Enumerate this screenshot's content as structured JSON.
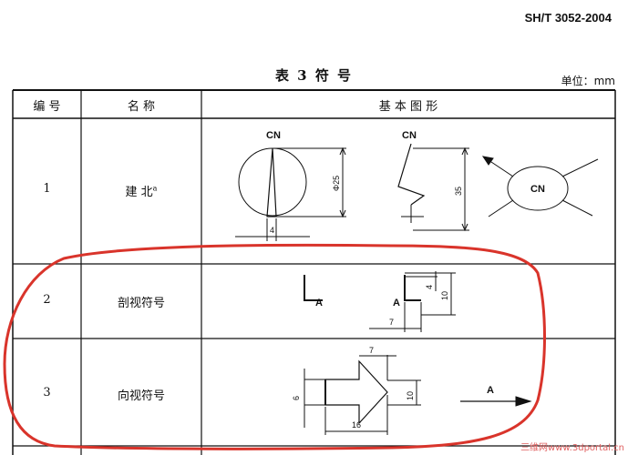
{
  "header": {
    "standard_no": "SH/T 3052-2004"
  },
  "table": {
    "title": "表 3  符  号",
    "unit": "单位：mm",
    "columns": [
      "编  号",
      "名  称",
      "基  本  图  形"
    ],
    "rows": [
      {
        "no": "1",
        "name": "建  北",
        "note": "a"
      },
      {
        "no": "2",
        "name": "剖视符号"
      },
      {
        "no": "3",
        "name": "向视符号"
      }
    ]
  },
  "diagram_labels": {
    "cn": "CN",
    "a": "A",
    "dim_4": "4",
    "dim_phi25": "Φ25",
    "dim_35": "35",
    "dim_10": "10",
    "dim_7": "7",
    "dim_6": "6",
    "dim_16": "16"
  },
  "watermark": "三维网www.3dportal.cn",
  "colors": {
    "annotation": "#d9342b",
    "line": "#111111"
  }
}
